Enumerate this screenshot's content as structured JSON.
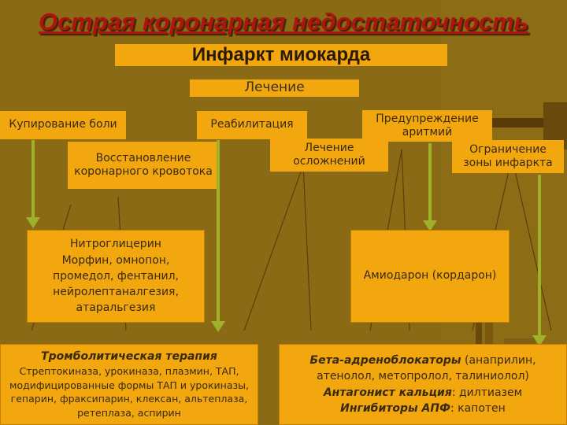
{
  "title": "Острая коронарная недостаточность",
  "subtitle": "Инфаркт миокарда",
  "treatment": "Лечение",
  "categories": {
    "pain_relief": "Купирование боли",
    "rehabilitation": "Реабилитация",
    "restoration_line1": "Восстановление",
    "restoration_line2": "коронарного кровотока",
    "complications_line1": "Лечение",
    "complications_line2": "осложнений",
    "arrhythmia_line1": "Предупреждение",
    "arrhythmia_line2": "аритмий",
    "infarct_line1": "Ограничение",
    "infarct_line2": "зоны инфаркта"
  },
  "drugs": {
    "pain": [
      "Нитроглицерин",
      "Морфин, омнопон,",
      "промедол, фентанил,",
      "нейролептаналгезия,",
      "атаральгезия"
    ],
    "amiodarone": "Амиодарон (кордарон)",
    "thrombolytic_title": "Тромболитическая терапия",
    "thrombolytic_lines": [
      "Стрептокиназа, урокиназа, плазмин, ТАП,",
      "модифицированные формы ТАП и урокиназы,",
      "гепарин, фраксипарин, клексан, альтеплаза,",
      "ретеплаза, аспирин"
    ],
    "beta_title": "Бета-адреноблокаторы",
    "beta_rest": " (анаприлин,",
    "beta_line2": "атенолол, метопролол, талиниолол)",
    "calcium_title": "Антагонист кальция",
    "calcium_rest": ": дилтиазем",
    "ace_title": "Ингибиторы АПФ",
    "ace_rest": ": капотен"
  },
  "colors": {
    "background": "#8a6a14",
    "box": "#f2a70e",
    "title": "#b01410",
    "arrow": "#9fb02a"
  }
}
